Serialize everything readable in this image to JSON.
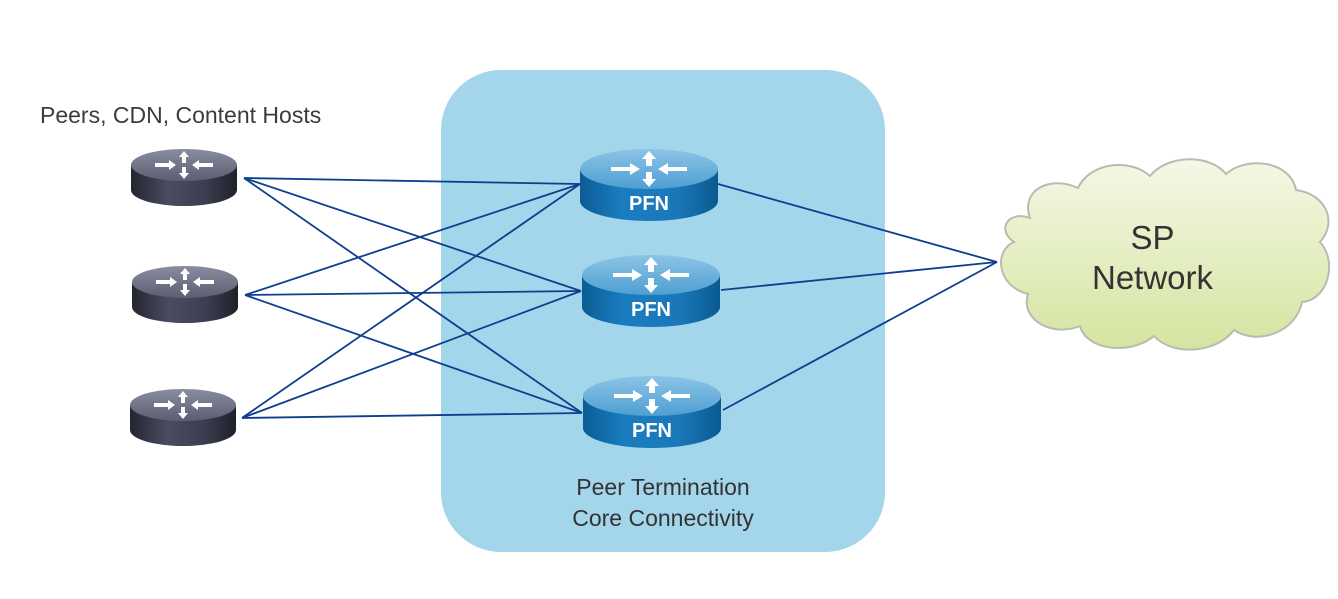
{
  "peers": {
    "label": "Peers, CDN, Content Hosts",
    "routers": [
      {
        "id": "peer-router-1"
      },
      {
        "id": "peer-router-2"
      },
      {
        "id": "peer-router-3"
      }
    ]
  },
  "zone": {
    "title_line1": "Peer Termination",
    "title_line2": "Core Connectivity",
    "routers": [
      {
        "id": "pfn-1",
        "label": "PFN"
      },
      {
        "id": "pfn-2",
        "label": "PFN"
      },
      {
        "id": "pfn-3",
        "label": "PFN"
      }
    ]
  },
  "cloud": {
    "line1": "SP",
    "line2": "Network"
  },
  "links": [
    {
      "from": "peer-router-1",
      "to": "pfn-1"
    },
    {
      "from": "peer-router-1",
      "to": "pfn-2"
    },
    {
      "from": "peer-router-1",
      "to": "pfn-3"
    },
    {
      "from": "peer-router-2",
      "to": "pfn-1"
    },
    {
      "from": "peer-router-2",
      "to": "pfn-2"
    },
    {
      "from": "peer-router-2",
      "to": "pfn-3"
    },
    {
      "from": "peer-router-3",
      "to": "pfn-1"
    },
    {
      "from": "peer-router-3",
      "to": "pfn-2"
    },
    {
      "from": "peer-router-3",
      "to": "pfn-3"
    },
    {
      "from": "pfn-1",
      "to": "sp-network"
    },
    {
      "from": "pfn-2",
      "to": "sp-network"
    },
    {
      "from": "pfn-3",
      "to": "sp-network"
    }
  ],
  "colors": {
    "zone_fill": "#a3d6ea",
    "link": "#0d3f8f",
    "pfn_body": "#1670ad",
    "peer_body": "#3a3d4f",
    "cloud_fill": "#e6efc6"
  }
}
